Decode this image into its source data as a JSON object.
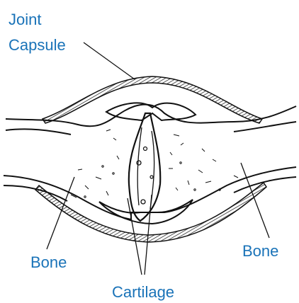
{
  "labels": {
    "joint_capsule": "Joint Capsule",
    "bone_left": "Bone",
    "bone_right": "Bone",
    "cartilage": "Cartilage"
  },
  "colors": {
    "label_text": "#1a73b8",
    "line": "#111111"
  }
}
